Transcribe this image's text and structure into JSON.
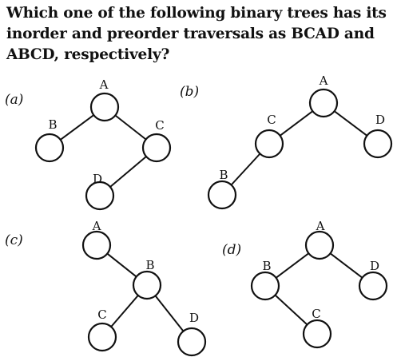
{
  "question": "Which one of the following binary trees has its inorder and preorder traversals as BCAD and ABCD, respectively?",
  "options": [
    {
      "id": "a",
      "label": "(a)",
      "nodes": [
        "A",
        "B",
        "C",
        "D"
      ],
      "edges": [
        [
          "A",
          "B"
        ],
        [
          "A",
          "C"
        ],
        [
          "C",
          "D"
        ]
      ]
    },
    {
      "id": "b",
      "label": "(b)",
      "nodes": [
        "A",
        "C",
        "D",
        "B"
      ],
      "edges": [
        [
          "A",
          "C"
        ],
        [
          "A",
          "D"
        ],
        [
          "C",
          "B"
        ]
      ]
    },
    {
      "id": "c",
      "label": "(c)",
      "nodes": [
        "A",
        "B",
        "C",
        "D"
      ],
      "edges": [
        [
          "A",
          "B"
        ],
        [
          "B",
          "C"
        ],
        [
          "B",
          "D"
        ]
      ]
    },
    {
      "id": "d",
      "label": "(d)",
      "nodes": [
        "A",
        "B",
        "D",
        "C"
      ],
      "edges": [
        [
          "A",
          "B"
        ],
        [
          "A",
          "D"
        ],
        [
          "B",
          "C"
        ]
      ]
    }
  ]
}
